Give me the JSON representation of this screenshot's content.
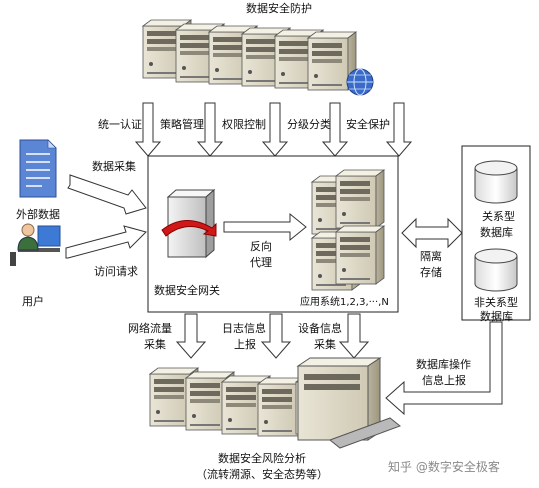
{
  "top": {
    "title": "数据安全防护"
  },
  "protections": [
    "统一认证",
    "策略管理",
    "权限控制",
    "分级分类",
    "安全保护"
  ],
  "left": {
    "data_collection": "数据采集",
    "access_request": "访问请求",
    "external_data": "外部数据",
    "user": "用户"
  },
  "center": {
    "gateway": "数据安全网关",
    "reverse_proxy_1": "反向",
    "reverse_proxy_2": "代理",
    "app_system": "应用系统1,2,3,···,N"
  },
  "right": {
    "isolation_1": "隔离",
    "isolation_2": "存储",
    "relational_db_1": "关系型",
    "relational_db_2": "数据库",
    "nonrelational_db_1": "非关系型",
    "nonrelational_db_2": "数据库",
    "db_ops_1": "数据库操作",
    "db_ops_2": "信息上报"
  },
  "bottom_arrows": {
    "net_traffic_1": "网络流量",
    "net_traffic_2": "采集",
    "log_info_1": "日志信息",
    "log_info_2": "上报",
    "device_info_1": "设备信息",
    "device_info_2": "采集"
  },
  "bottom": {
    "title_1": "数据安全风险分析",
    "title_2": "（流转溯源、安全态势等）"
  },
  "watermark": "知乎 @数字安全极客"
}
